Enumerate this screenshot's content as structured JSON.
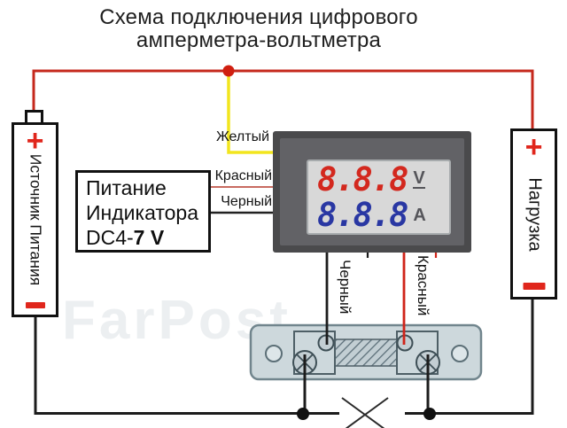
{
  "title": {
    "line1": "Схема подключения цифрового",
    "line2": "амперметра-вольтметра"
  },
  "battery": {
    "plus": "+",
    "label": "Источник Питания"
  },
  "load": {
    "plus": "+",
    "label": "Нагрузка"
  },
  "power_box": {
    "line1": "Питание",
    "line2": "Индикатора",
    "dc_prefix": "DC4-",
    "dc_value": "7 V"
  },
  "wire_labels": {
    "yellow": "Желтый",
    "red": "Красный",
    "black": "Черный",
    "shunt_black": "Черный",
    "shunt_red": "Красный"
  },
  "meter": {
    "volts": "8.8.8",
    "volt_unit": "V",
    "amps": "8.8.8",
    "amp_unit": "A"
  },
  "watermark": "FarPost",
  "colors": {
    "wire_red": "#c5281c",
    "wire_yellow": "#f2e51e",
    "wire_black": "#1c1c1c",
    "wire_red_thin": "#c96b61",
    "sense_red": "#d0241a",
    "junction_red": "#d01f10",
    "digit_red": "#d3281e",
    "digit_blue": "#2937a3",
    "accent_red": "#e0261c"
  }
}
